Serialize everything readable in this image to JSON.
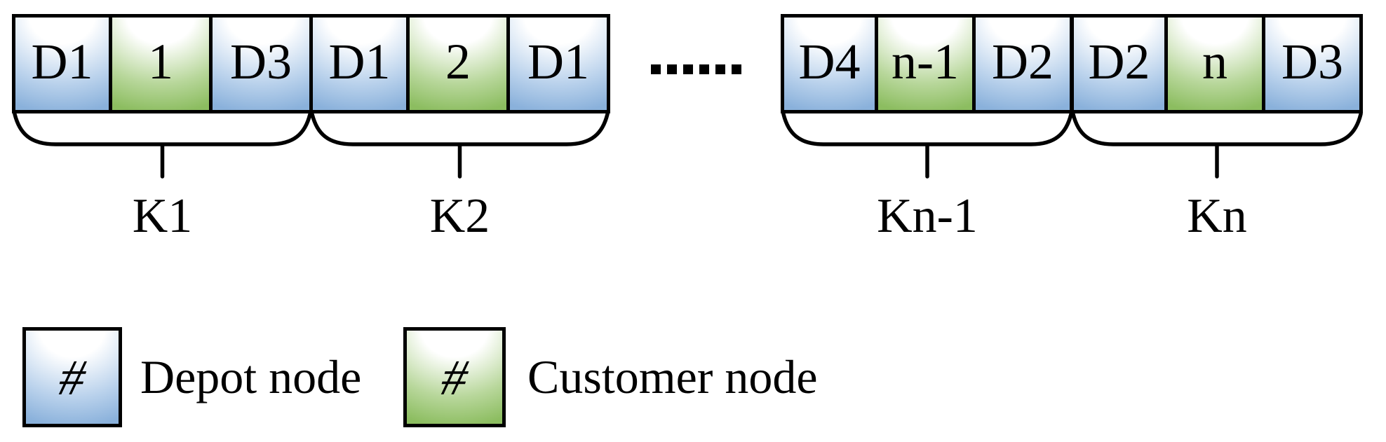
{
  "figure": {
    "groups": [
      {
        "label": "K1",
        "cells": [
          {
            "text": "D1",
            "type": "depot"
          },
          {
            "text": "1",
            "type": "customer"
          },
          {
            "text": "D3",
            "type": "depot"
          }
        ]
      },
      {
        "label": "K2",
        "cells": [
          {
            "text": "D1",
            "type": "depot"
          },
          {
            "text": "2",
            "type": "customer"
          },
          {
            "text": "D1",
            "type": "depot"
          }
        ]
      },
      {
        "label": "Kn-1",
        "cells": [
          {
            "text": "D4",
            "type": "depot"
          },
          {
            "text": "n-1",
            "type": "customer"
          },
          {
            "text": "D2",
            "type": "depot"
          }
        ]
      },
      {
        "label": "Kn",
        "cells": [
          {
            "text": "D2",
            "type": "depot"
          },
          {
            "text": "n",
            "type": "customer"
          },
          {
            "text": "D3",
            "type": "depot"
          }
        ]
      }
    ],
    "ellipsis": "......",
    "legend": [
      {
        "symbol": "#",
        "type": "depot",
        "label": "Depot node"
      },
      {
        "symbol": "#",
        "type": "customer",
        "label": "Customer node"
      }
    ],
    "colors": {
      "depot": "#8ab1db",
      "customer": "#8cbd60",
      "stroke": "#000000"
    }
  }
}
